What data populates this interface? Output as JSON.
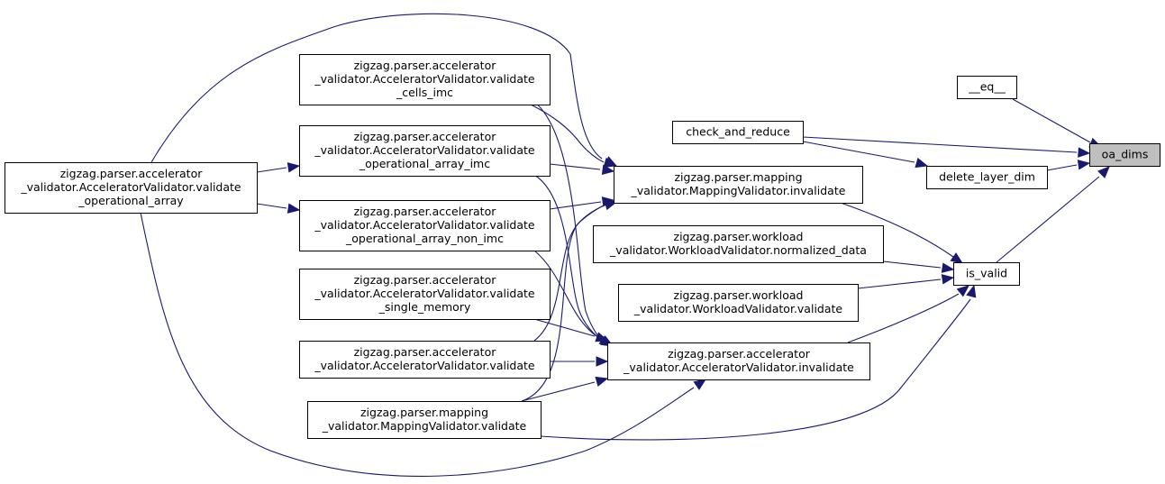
{
  "nodes": [
    {
      "id": "oa_dims",
      "lines": [
        "oa_dims"
      ],
      "highlight": true
    },
    {
      "id": "eq",
      "lines": [
        "__eq__"
      ]
    },
    {
      "id": "check_and_reduce",
      "lines": [
        "check_and_reduce"
      ]
    },
    {
      "id": "delete_layer_dim",
      "lines": [
        "delete_layer_dim"
      ]
    },
    {
      "id": "is_valid",
      "lines": [
        "is_valid"
      ]
    },
    {
      "id": "mapping_invalidate",
      "lines": [
        "zigzag.parser.mapping",
        "_validator.MappingValidator.invalidate"
      ]
    },
    {
      "id": "workload_normalized",
      "lines": [
        "zigzag.parser.workload",
        "_validator.WorkloadValidator.normalized_data"
      ]
    },
    {
      "id": "workload_validate",
      "lines": [
        "zigzag.parser.workload",
        "_validator.WorkloadValidator.validate"
      ]
    },
    {
      "id": "accel_invalidate",
      "lines": [
        "zigzag.parser.accelerator",
        "_validator.AcceleratorValidator.invalidate"
      ]
    },
    {
      "id": "accel_cells_imc",
      "lines": [
        "zigzag.parser.accelerator",
        "_validator.AcceleratorValidator.validate",
        "_cells_imc"
      ]
    },
    {
      "id": "accel_op_imc",
      "lines": [
        "zigzag.parser.accelerator",
        "_validator.AcceleratorValidator.validate",
        "_operational_array_imc"
      ]
    },
    {
      "id": "accel_op_non_imc",
      "lines": [
        "zigzag.parser.accelerator",
        "_validator.AcceleratorValidator.validate",
        "_operational_array_non_imc"
      ]
    },
    {
      "id": "accel_single_memory",
      "lines": [
        "zigzag.parser.accelerator",
        "_validator.AcceleratorValidator.validate",
        "_single_memory"
      ]
    },
    {
      "id": "accel_validate",
      "lines": [
        "zigzag.parser.accelerator",
        "_validator.AcceleratorValidator.validate"
      ]
    },
    {
      "id": "mapping_validate",
      "lines": [
        "zigzag.parser.mapping",
        "_validator.MappingValidator.validate"
      ]
    },
    {
      "id": "accel_op_array",
      "lines": [
        "zigzag.parser.accelerator",
        "_validator.AcceleratorValidator.validate",
        "_operational_array"
      ]
    }
  ],
  "edges": [
    {
      "from": "eq",
      "to": "oa_dims"
    },
    {
      "from": "check_and_reduce",
      "to": "oa_dims"
    },
    {
      "from": "check_and_reduce",
      "to": "delete_layer_dim"
    },
    {
      "from": "delete_layer_dim",
      "to": "oa_dims"
    },
    {
      "from": "is_valid",
      "to": "oa_dims"
    },
    {
      "from": "mapping_invalidate",
      "to": "is_valid"
    },
    {
      "from": "workload_normalized",
      "to": "is_valid"
    },
    {
      "from": "workload_validate",
      "to": "is_valid"
    },
    {
      "from": "accel_invalidate",
      "to": "is_valid"
    },
    {
      "from": "mapping_validate",
      "to": "is_valid"
    },
    {
      "from": "accel_cells_imc",
      "to": "mapping_invalidate"
    },
    {
      "from": "accel_cells_imc",
      "to": "accel_invalidate"
    },
    {
      "from": "accel_op_imc",
      "to": "mapping_invalidate"
    },
    {
      "from": "accel_op_imc",
      "to": "accel_invalidate"
    },
    {
      "from": "accel_op_non_imc",
      "to": "mapping_invalidate"
    },
    {
      "from": "accel_op_non_imc",
      "to": "accel_invalidate"
    },
    {
      "from": "accel_single_memory",
      "to": "accel_invalidate"
    },
    {
      "from": "accel_validate",
      "to": "mapping_invalidate"
    },
    {
      "from": "accel_validate",
      "to": "accel_invalidate"
    },
    {
      "from": "mapping_validate",
      "to": "mapping_invalidate"
    },
    {
      "from": "mapping_validate",
      "to": "accel_invalidate"
    },
    {
      "from": "accel_op_array",
      "to": "accel_op_imc"
    },
    {
      "from": "accel_op_array",
      "to": "accel_op_non_imc"
    },
    {
      "from": "accel_op_array",
      "to": "mapping_invalidate"
    },
    {
      "from": "accel_op_array",
      "to": "accel_invalidate"
    }
  ],
  "colors": {
    "edge": "#191970",
    "highlight_fill": "#bfbfbf"
  }
}
